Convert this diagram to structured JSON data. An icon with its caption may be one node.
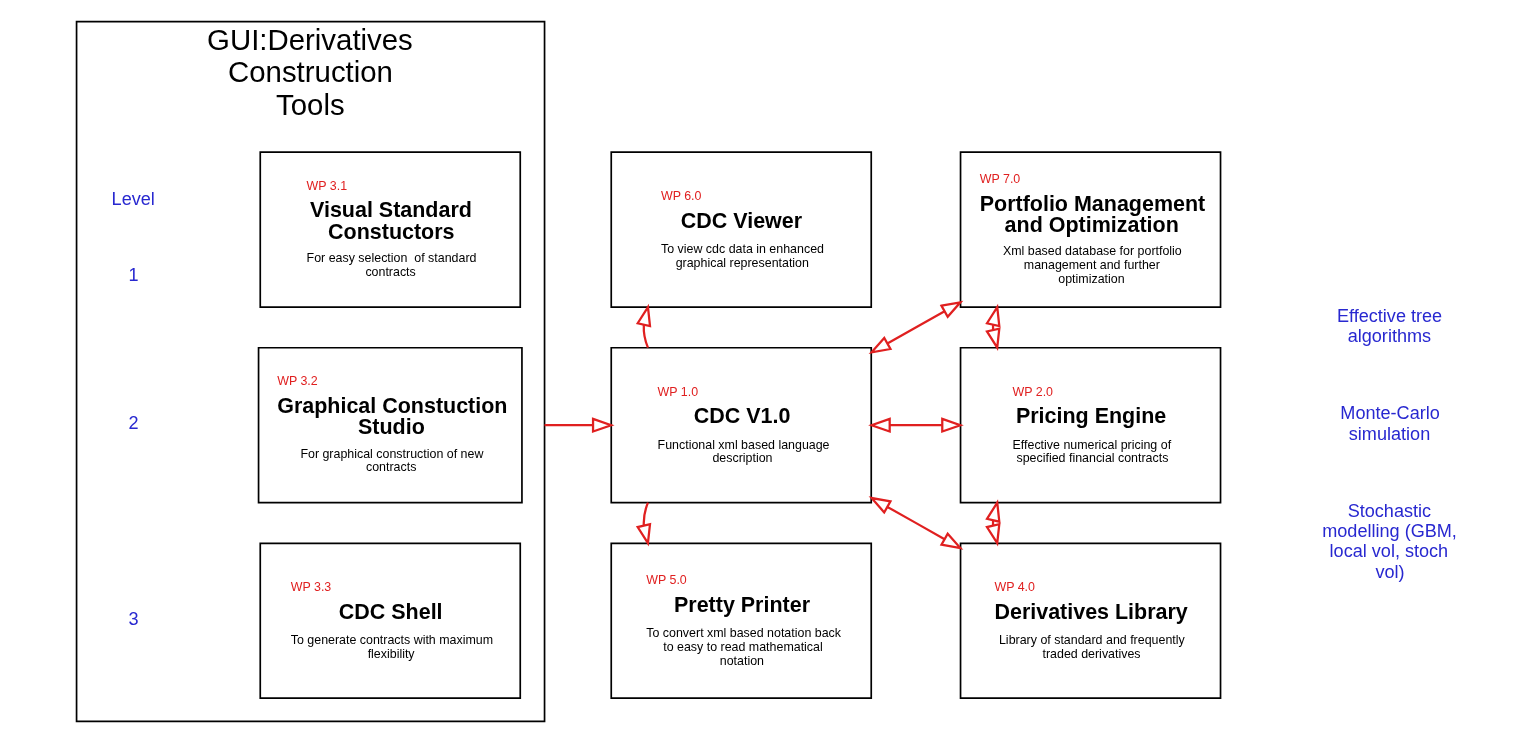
{
  "diagram": {
    "nodes": [
      {
        "text": [
          "GUI:Derivatives Construction Tools"
        ]
      },
      {
        "text": [
          "WP 3.1",
          "Visual Standard Constuctors",
          "For easy selection  of standard contracts"
        ],
        "in": 0
      },
      {
        "text": [
          "WP 3.2",
          "Graphical Constuction Studio",
          "For graphical construction of new contracts"
        ],
        "in": 0
      },
      {
        "text": [
          "WP 3.3",
          "CDC Shell",
          "To generate contracts with maximum flexibility"
        ],
        "in": 0
      },
      {
        "text": [
          "WP 6.0",
          "CDC Viewer",
          "To view cdc data in enhanced graphical representation"
        ]
      },
      {
        "text": [
          "WP 1.0",
          "CDC V1.0",
          "Functional xml based language description"
        ]
      },
      {
        "text": [
          "WP 5.0",
          "Pretty Printer",
          "To convert xml based notation back to easy to read mathematical notation"
        ]
      },
      {
        "text": [
          "WP 7.0",
          "Portfolio Management and Optimization",
          "Xml based database for portfolio management and further optimization"
        ]
      },
      {
        "text": [
          "WP 2.0",
          "Pricing Engine",
          "Effective numerical pricing of specified financial contracts"
        ]
      },
      {
        "text": [
          "WP 4.0",
          "Derivatives Library",
          "Library of standard and frequently traded derivatives"
        ]
      }
    ],
    "edges": [
      {
        "from": 0,
        "to": 5,
        "arrow": "to"
      },
      {
        "from": 5,
        "to": 4,
        "arrow": "to"
      },
      {
        "from": 5,
        "to": 6,
        "arrow": "to"
      },
      {
        "from": 5,
        "to": 7,
        "arrow": "both"
      },
      {
        "from": 5,
        "to": 8,
        "arrow": "both"
      },
      {
        "from": 7,
        "to": 8,
        "arrow": "both"
      },
      {
        "from": 8,
        "to": 9,
        "arrow": "both"
      },
      {
        "from": 5,
        "to": 9,
        "arrow": "both"
      }
    ],
    "labels": [
      "Level",
      "1",
      "2",
      "3",
      "Effective tree algorithms",
      "Monte-Carlo simulation",
      "Stochastic modelling (GBM, local vol, stoch vol)"
    ]
  }
}
